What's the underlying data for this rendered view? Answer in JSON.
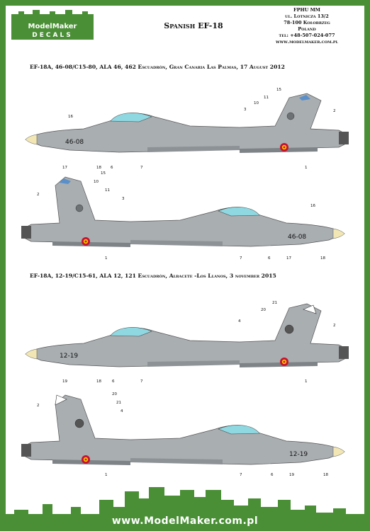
{
  "brand": {
    "logo_top": "ModelMaker",
    "logo_bottom": "DECALS"
  },
  "title": "Spanish EF-18",
  "address": {
    "line1": "FPHU MM",
    "line2": "ul. Lotnicza 13/2",
    "line3": "78-100 Kołobrzeg",
    "line4": "Poland",
    "line5": "tel: +48-507-024-077",
    "line6": "www.modelmaker.com.pl"
  },
  "section1": {
    "heading": "EF-18A, 46-08/C15-80, ALA 46, 462 Escuadrón, Gran Canaria Las Palmas, 17 August 2012",
    "code": "46-08",
    "view1_callouts": [
      "15",
      "11",
      "10",
      "3",
      "2",
      "16",
      "17",
      "18",
      "6",
      "7",
      "1"
    ],
    "view2_callouts": [
      "15",
      "10",
      "11",
      "2",
      "3",
      "16",
      "1",
      "7",
      "6",
      "17",
      "18"
    ]
  },
  "section2": {
    "heading": "EF-18A, 12-19/C15-61, ALA 12, 121 Escuadrón, Albacete -Los Llanos, 3 november 2015",
    "code": "12-19",
    "view1_callouts": [
      "21",
      "20",
      "4",
      "2",
      "19",
      "18",
      "6",
      "7",
      "1"
    ],
    "view2_callouts": [
      "20",
      "21",
      "2",
      "4",
      "1",
      "7",
      "6",
      "19",
      "18"
    ]
  },
  "footer": {
    "url": "www.ModelMaker.com.pl"
  },
  "colors": {
    "frame_green": "#4a8f36",
    "aircraft_grey": "#a9aeb1",
    "canopy": "#8fd8e2",
    "roundel_red": "#c8102e",
    "roundel_yellow": "#f5c400",
    "nose_cone": "#f2e7b4"
  }
}
